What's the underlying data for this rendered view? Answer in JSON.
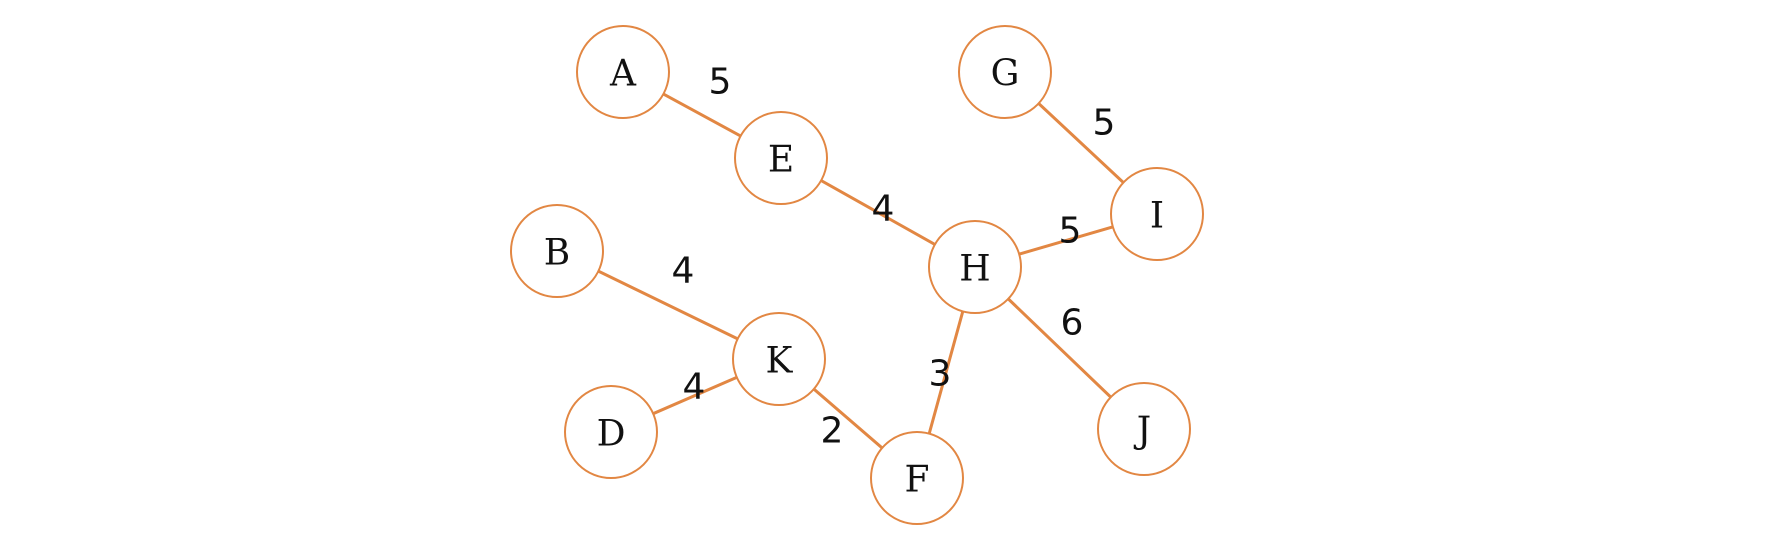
{
  "graph": {
    "nodes": [
      "A",
      "B",
      "D",
      "E",
      "F",
      "G",
      "H",
      "I",
      "J",
      "K"
    ],
    "edges": [
      {
        "from": "A",
        "to": "E",
        "weight": "5"
      },
      {
        "from": "E",
        "to": "H",
        "weight": "4"
      },
      {
        "from": "G",
        "to": "I",
        "weight": "5"
      },
      {
        "from": "H",
        "to": "I",
        "weight": "5"
      },
      {
        "from": "B",
        "to": "K",
        "weight": "4"
      },
      {
        "from": "H",
        "to": "J",
        "weight": "6"
      },
      {
        "from": "H",
        "to": "F",
        "weight": "3"
      },
      {
        "from": "D",
        "to": "K",
        "weight": "4"
      },
      {
        "from": "K",
        "to": "F",
        "weight": "2"
      }
    ],
    "colors": {
      "edge": "#e28743",
      "node_stroke": "#e28743",
      "node_fill": "#ffffff",
      "text": "#111111"
    }
  }
}
